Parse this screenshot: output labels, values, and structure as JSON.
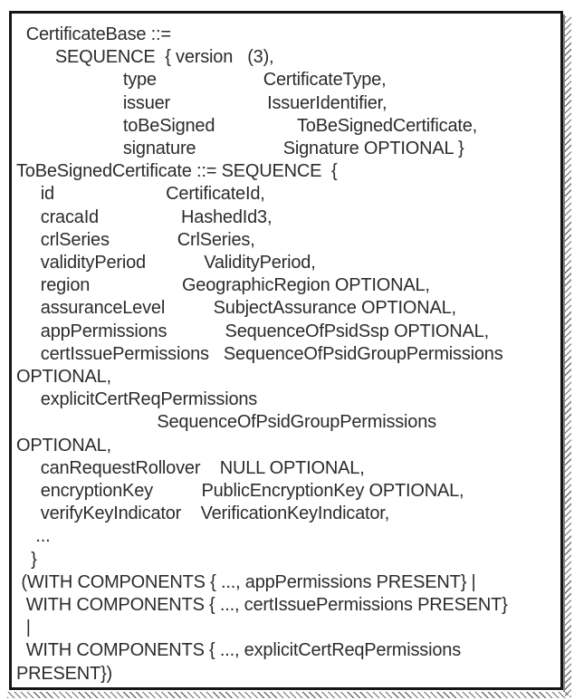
{
  "theme": {
    "bg": "#ffffff",
    "border": "#161616",
    "text": "#2c2c2c"
  },
  "figure": {
    "kind": "ASN.1 definition listing",
    "lines": [
      "  CertificateBase ::=",
      "        SEQUENCE  { version   (3),",
      "                      type                      CertificateType,",
      "                      issuer                    IssuerIdentifier,",
      "                      toBeSigned                 ToBeSignedCertificate,",
      "                      signature                  Signature OPTIONAL }",
      "ToBeSignedCertificate ::= SEQUENCE  {",
      "     id                       CertificateId,",
      "     cracaId                 HashedId3,",
      "     crlSeries              CrlSeries,",
      "     validityPeriod            ValidityPeriod,",
      "     region                   GeographicRegion OPTIONAL,",
      "     assuranceLevel          SubjectAssurance OPTIONAL,",
      "     appPermissions            SequenceOfPsidSsp OPTIONAL,",
      "     certIssuePermissions   SequenceOfPsidGroupPermissions",
      "OPTIONAL,",
      "     explicitCertReqPermissions",
      "                             SequenceOfPsidGroupPermissions",
      "OPTIONAL,",
      "     canRequestRollover    NULL OPTIONAL,",
      "     encryptionKey          PublicEncryptionKey OPTIONAL,",
      "     verifyKeyIndicator    VerificationKeyIndicator,",
      "    ...",
      "   }",
      " (WITH COMPONENTS { ..., appPermissions PRESENT} |",
      "  WITH COMPONENTS { ..., certIssuePermissions PRESENT}",
      "  |",
      "  WITH COMPONENTS { ..., explicitCertReqPermissions",
      "PRESENT})"
    ]
  }
}
